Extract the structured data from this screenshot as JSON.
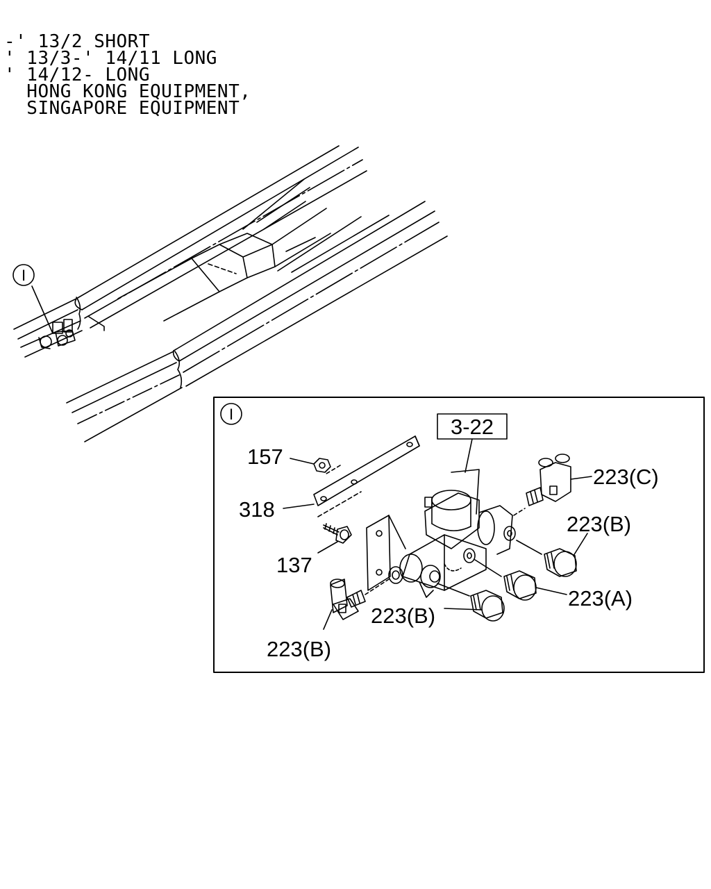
{
  "notes": [
    "-' 13/2 SHORT",
    "' 13/3-' 14/11 LONG",
    "' 14/12- LONG",
    "  HONG KONG EQUIPMENT,",
    "  SINGAPORE EQUIPMENT"
  ],
  "overview": {
    "detail_marker": "I"
  },
  "detail": {
    "marker": "I",
    "reference": "3-22",
    "callouts": {
      "c157": "157",
      "c318": "318",
      "c137": "137",
      "c223C": "223(C)",
      "c223B_right": "223(B)",
      "c223A": "223(A)",
      "c223B_mid": "223(B)",
      "c223B_bottom": "223(B)"
    }
  }
}
